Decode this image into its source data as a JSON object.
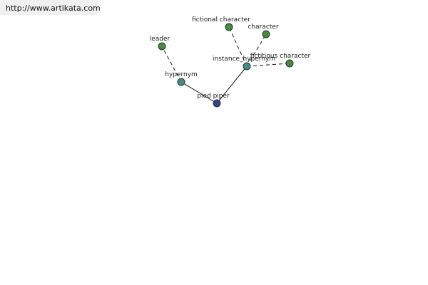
{
  "banner": {
    "url_text": "http://www.artikata.com"
  },
  "graph": {
    "colors": {
      "root": "#3b3f8f",
      "relation": "#4a8a8a",
      "term": "#4a8a3f",
      "node_stroke": "#1e3a2a",
      "edge": "#111111"
    },
    "nodes": [
      {
        "id": "pied-piper",
        "label": "pied piper",
        "kind": "root"
      },
      {
        "id": "hypernym",
        "label": "hypernym",
        "kind": "relation"
      },
      {
        "id": "instance-hypernym",
        "label": "instance_hypernym",
        "kind": "relation"
      },
      {
        "id": "leader",
        "label": "leader",
        "kind": "term"
      },
      {
        "id": "fictional-character",
        "label": "fictional character",
        "kind": "term"
      },
      {
        "id": "character",
        "label": "character",
        "kind": "term"
      },
      {
        "id": "fictitious-character",
        "label": "fictitious character",
        "kind": "term"
      }
    ],
    "edges": [
      {
        "from": "pied-piper",
        "to": "hypernym",
        "style": "solid"
      },
      {
        "from": "pied-piper",
        "to": "instance-hypernym",
        "style": "solid"
      },
      {
        "from": "hypernym",
        "to": "leader",
        "style": "dashed"
      },
      {
        "from": "instance-hypernym",
        "to": "fictional-character",
        "style": "dashed"
      },
      {
        "from": "instance-hypernym",
        "to": "character",
        "style": "dashed"
      },
      {
        "from": "instance-hypernym",
        "to": "fictitious-character",
        "style": "dashed"
      }
    ]
  }
}
